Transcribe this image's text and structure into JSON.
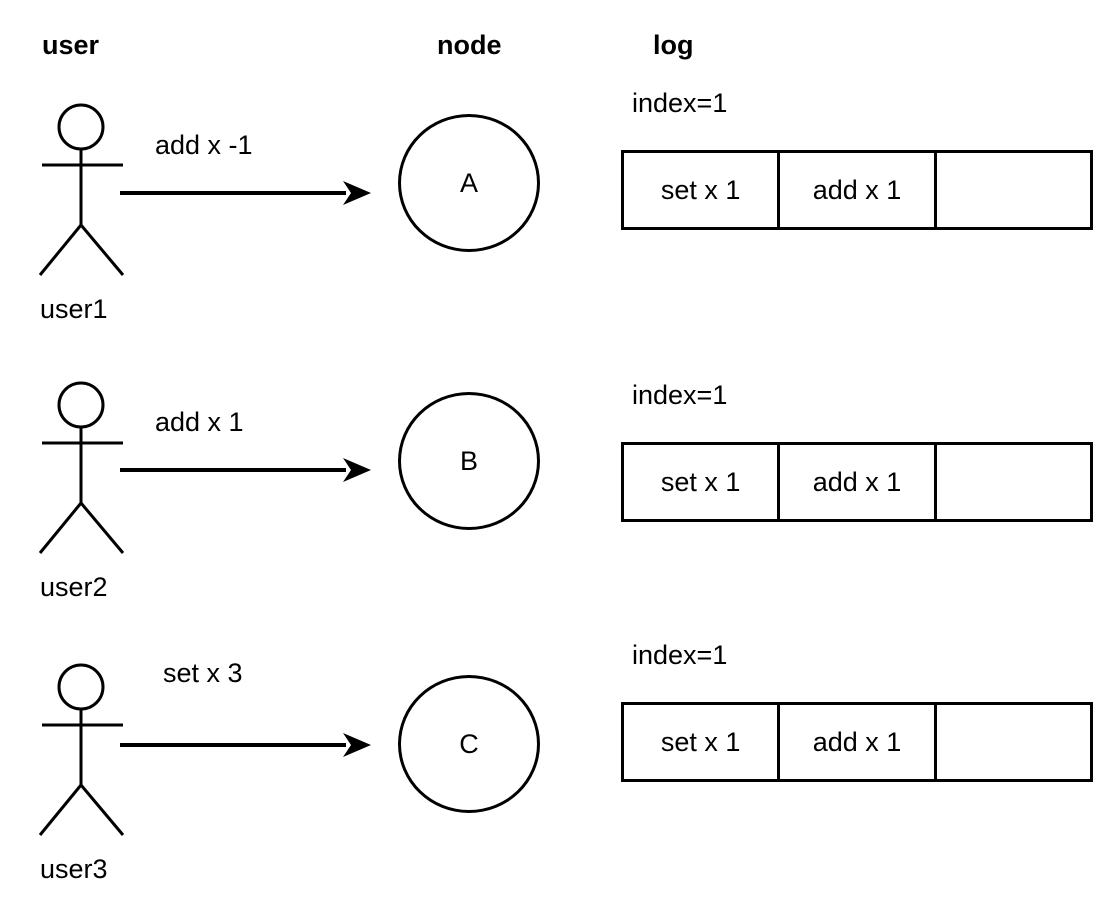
{
  "diagram": {
    "title": "distributed log replication diagram",
    "columns": [
      {
        "id": "user",
        "label": "user"
      },
      {
        "id": "node",
        "label": "node"
      },
      {
        "id": "log",
        "label": "log"
      }
    ],
    "stroke_color": "#000000",
    "background_color": "#ffffff",
    "rows": [
      {
        "actor": {
          "icon": "stick-figure-icon",
          "label": "user1"
        },
        "message": {
          "label": "add x -1",
          "direction": "right"
        },
        "node": {
          "label": "A"
        },
        "log": {
          "index_label": "index=1",
          "cells": [
            "set x 1",
            "add x 1",
            ""
          ]
        }
      },
      {
        "actor": {
          "icon": "stick-figure-icon",
          "label": "user2"
        },
        "message": {
          "label": "add x 1",
          "direction": "right"
        },
        "node": {
          "label": "B"
        },
        "log": {
          "index_label": "index=1",
          "cells": [
            "set x 1",
            "add x 1",
            ""
          ]
        }
      },
      {
        "actor": {
          "icon": "stick-figure-icon",
          "label": "user3"
        },
        "message": {
          "label": "set x 3",
          "direction": "right"
        },
        "node": {
          "label": "C"
        },
        "log": {
          "index_label": "index=1",
          "cells": [
            "set x 1",
            "add x 1",
            ""
          ]
        }
      }
    ]
  }
}
